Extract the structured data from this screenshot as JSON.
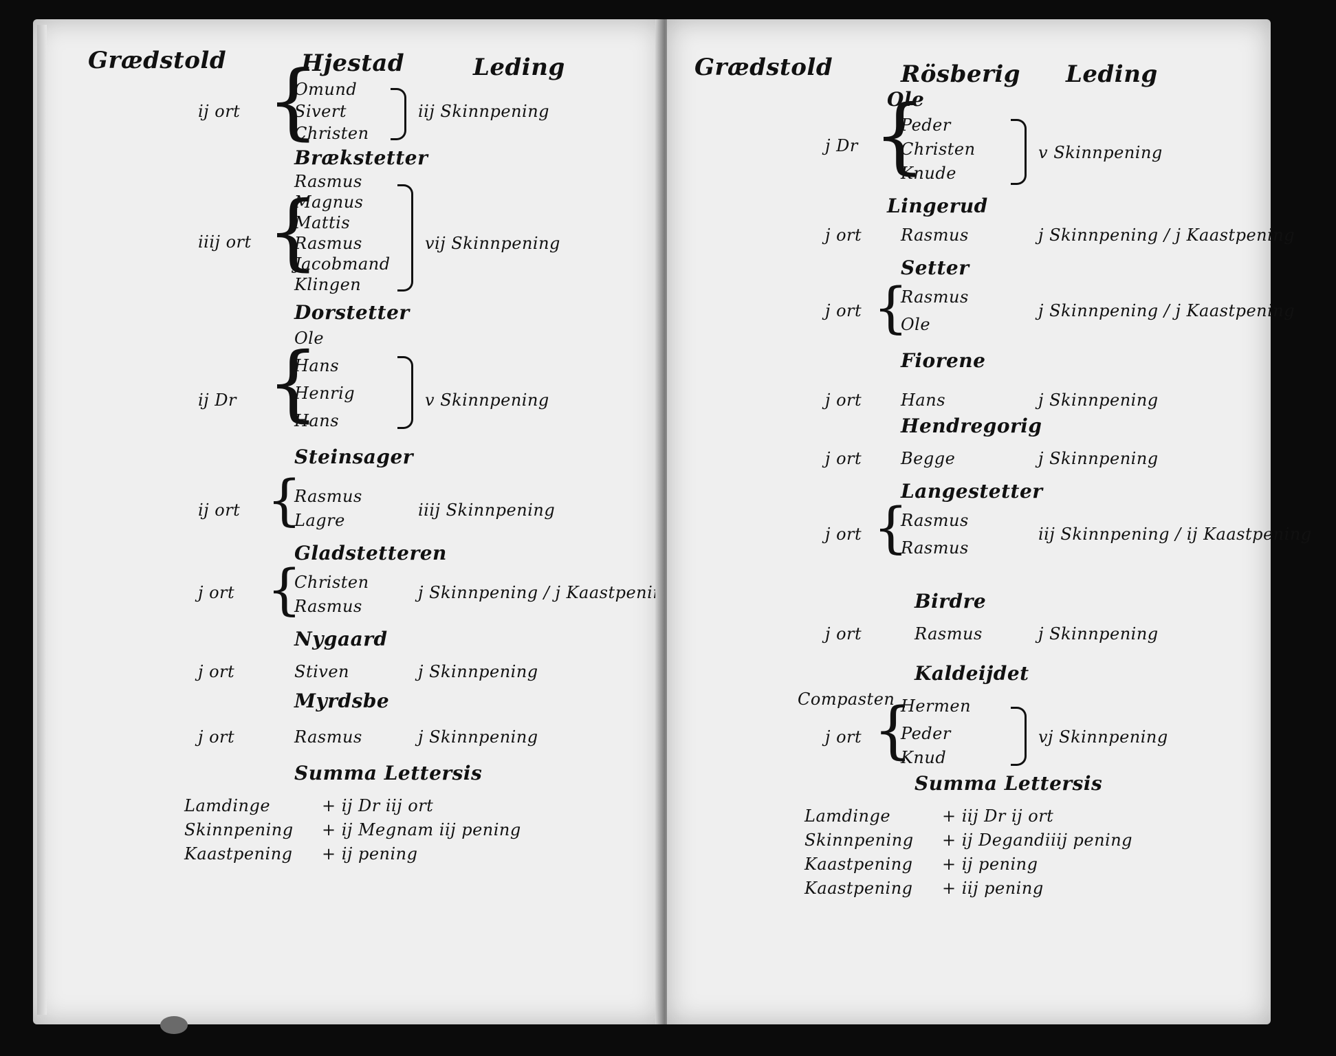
{
  "left_page": {
    "location": "Grædstold",
    "parish": "Hjestad",
    "column_head": "Leding",
    "entries": [
      {
        "amount": "ij ort",
        "names": [
          "Omund",
          "Sivert",
          "Christen"
        ],
        "payment": "iij Skinnpening"
      },
      {
        "section": "Brækstetter",
        "amount": "iiij ort",
        "names": [
          "Rasmus",
          "Magnus",
          "Mattis",
          "Rasmus",
          "Jacobmand",
          "Klingen"
        ],
        "payment": "vij Skinnpening"
      },
      {
        "section": "Dorstetter",
        "amount": "ij Dr",
        "names": [
          "Ole",
          "Hans",
          "Henrig",
          "Hans"
        ],
        "payment": "v Skinnpening"
      },
      {
        "section": "Steinsager",
        "amount": "ij ort",
        "names": [
          "Rasmus",
          "Lagre"
        ],
        "payment": "iiij Skinnpening"
      },
      {
        "section": "Gladstetteren",
        "amount": "j ort",
        "names": [
          "Christen",
          "Rasmus"
        ],
        "payment": "j Skinnpening / j Kaastpening"
      },
      {
        "section": "Nygaard",
        "amount": "j ort",
        "names": [
          "Stiven"
        ],
        "payment": "j Skinnpening"
      },
      {
        "section": "Myrdsbe",
        "amount": "j ort",
        "names": [
          "Rasmus"
        ],
        "payment": "j Skinnpening"
      }
    ],
    "summary_title": "Summa Lettersis",
    "summary": [
      {
        "label": "Lamdinge",
        "value": "+ ij Dr iij ort"
      },
      {
        "label": "Skinnpening",
        "value": "+ ij Megnam iij pening"
      },
      {
        "label": "Kaastpening",
        "value": "+ ij pening"
      }
    ]
  },
  "right_page": {
    "location": "Grædstold",
    "parish": "Rösberig",
    "column_head": "Leding",
    "entries": [
      {
        "section": "Ole",
        "amount": "j Dr",
        "names": [
          "Peder",
          "Christen",
          "Knude"
        ],
        "payment": "v Skinnpening"
      },
      {
        "section": "Lingerud",
        "amount": "j ort",
        "names": [
          "Rasmus"
        ],
        "payment": "j Skinnpening / j Kaastpening"
      },
      {
        "section": "Setter",
        "amount": "j ort",
        "names": [
          "Rasmus",
          "Ole"
        ],
        "payment": "j Skinnpening / j Kaastpening"
      },
      {
        "section": "Fiorene",
        "amount": "j ort",
        "names": [
          "Hans"
        ],
        "payment": "j Skinnpening"
      },
      {
        "section": "Hendregorig",
        "amount": "j ort",
        "names": [
          "Begge"
        ],
        "payment": "j Skinnpening"
      },
      {
        "section": "Langestetter",
        "amount": "j ort",
        "names": [
          "Rasmus",
          "Rasmus"
        ],
        "payment": "iij Skinnpening / ij Kaastpening"
      },
      {
        "section": "Birdre",
        "amount": "j ort",
        "names": [
          "Rasmus"
        ],
        "payment": "j Skinnpening"
      },
      {
        "section": "Kaldeijdet",
        "amount": "j ort",
        "names": [
          "Hermen",
          "Peder",
          "Knud"
        ],
        "payment": "vj Skinnpening",
        "note": "Compasten"
      }
    ],
    "summary_title": "Summa Lettersis",
    "summary": [
      {
        "label": "Lamdinge",
        "value": "+ iij Dr ij ort"
      },
      {
        "label": "Skinnpening",
        "value": "+ ij Degandiiij pening"
      },
      {
        "label": "Kaastpening",
        "value": "+ ij pening"
      },
      {
        "label": "Kaastpening",
        "value": "+ iij pening"
      }
    ]
  }
}
